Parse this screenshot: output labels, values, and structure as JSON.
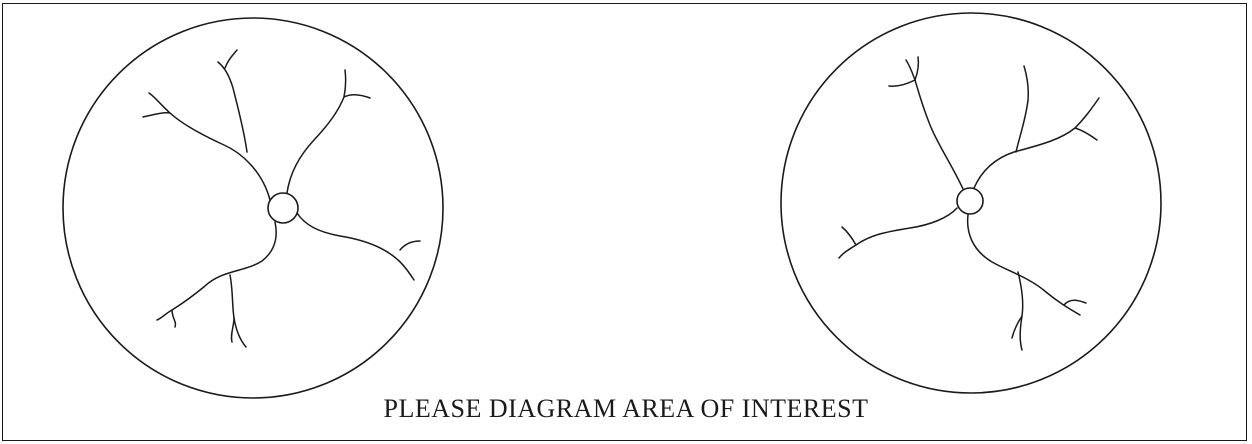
{
  "caption": "PLEASE DIAGRAM AREA OF INTEREST",
  "colors": {
    "line": "#1a1a1a",
    "background": "#ffffff"
  },
  "diagrams": [
    {
      "name": "left-fundus-diagram"
    },
    {
      "name": "right-fundus-diagram"
    }
  ]
}
